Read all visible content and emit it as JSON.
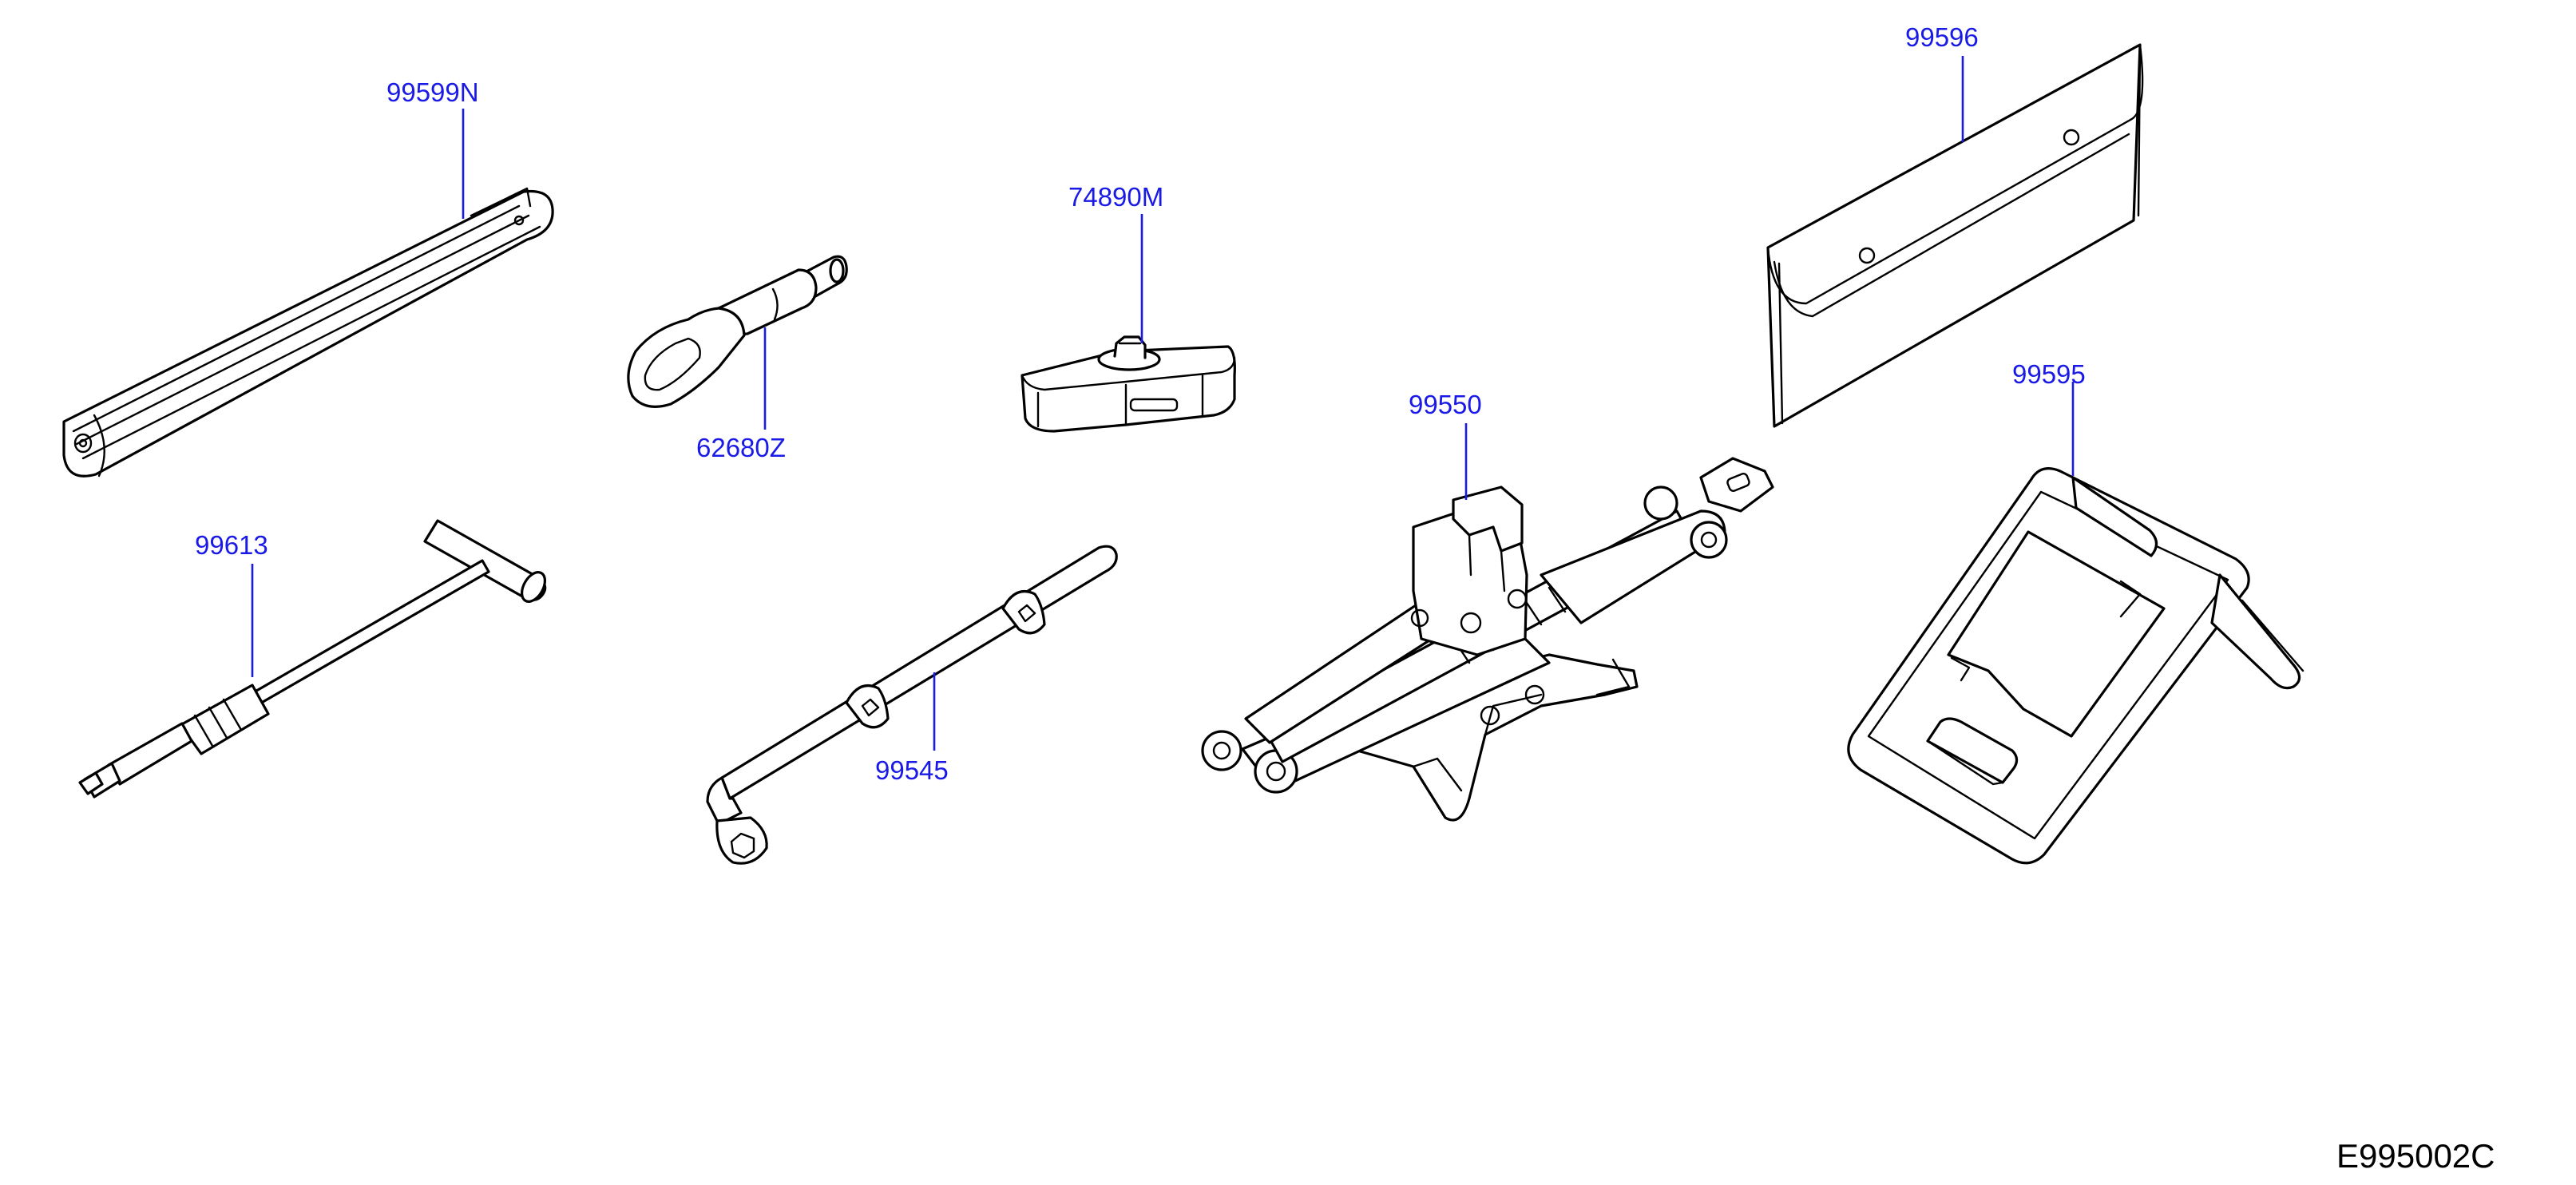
{
  "diagram_code": "E995002C",
  "parts": [
    {
      "id": "p-99599N",
      "number": "99599N",
      "icon": "tool-bag-strap-icon"
    },
    {
      "id": "p-62680Z",
      "number": "62680Z",
      "icon": "tow-hook-icon"
    },
    {
      "id": "p-74890M",
      "number": "74890M",
      "icon": "jack-holder-bracket-icon"
    },
    {
      "id": "p-99596",
      "number": "99596",
      "icon": "tool-pouch-icon"
    },
    {
      "id": "p-99613",
      "number": "99613",
      "icon": "t-handle-tool-icon"
    },
    {
      "id": "p-99545",
      "number": "99545",
      "icon": "wheel-nut-wrench-icon"
    },
    {
      "id": "p-99550",
      "number": "99550",
      "icon": "scissor-jack-icon"
    },
    {
      "id": "p-99595",
      "number": "99595",
      "icon": "tool-tray-icon"
    }
  ],
  "colors": {
    "label": "#1a1ae6",
    "line": "#000000",
    "background": "#ffffff"
  }
}
